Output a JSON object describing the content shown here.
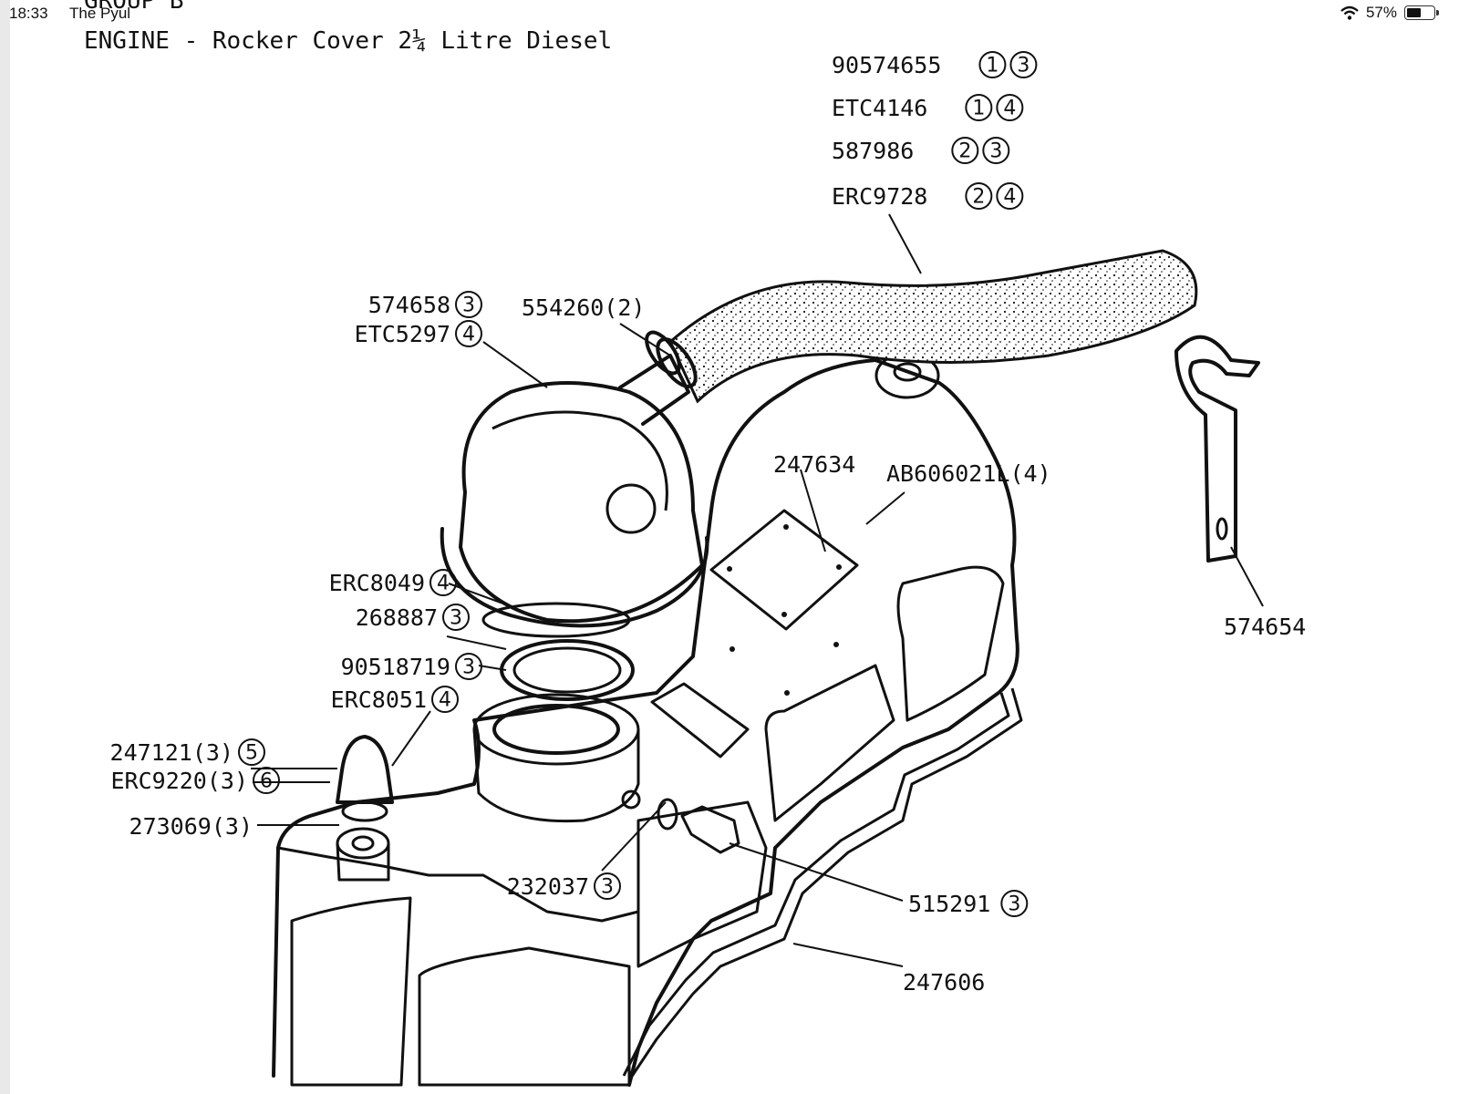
{
  "status_bar": {
    "time": "18:33",
    "app": "The Pyul",
    "battery": "57%",
    "battery_level": 0.57
  },
  "header": {
    "group": "GROUP B",
    "title": "ENGINE - Rocker Cover 2¼ Litre Diesel"
  },
  "parts": [
    {
      "id": "p1",
      "number": "90574655",
      "refs": [
        "1",
        "3"
      ]
    },
    {
      "id": "p2",
      "number": "ETC4146",
      "refs": [
        "1",
        "4"
      ]
    },
    {
      "id": "p3",
      "number": "587986",
      "refs": [
        "2",
        "3"
      ]
    },
    {
      "id": "p4",
      "number": "ERC9728",
      "refs": [
        "2",
        "4"
      ]
    },
    {
      "id": "p5",
      "number": "574658",
      "refs": [
        "3"
      ]
    },
    {
      "id": "p6",
      "number": "ETC5297",
      "refs": [
        "4"
      ]
    },
    {
      "id": "p7",
      "number": "554260(2)",
      "refs": []
    },
    {
      "id": "p8",
      "number": "247634",
      "refs": []
    },
    {
      "id": "p9",
      "number": "AB606021L(4)",
      "refs": []
    },
    {
      "id": "p10",
      "number": "574654",
      "refs": []
    },
    {
      "id": "p11",
      "number": "ERC8049",
      "refs": [
        "4"
      ]
    },
    {
      "id": "p12",
      "number": "268887",
      "refs": [
        "3"
      ]
    },
    {
      "id": "p13",
      "number": "90518719",
      "refs": [
        "3"
      ]
    },
    {
      "id": "p14",
      "number": "ERC8051",
      "refs": [
        "4"
      ]
    },
    {
      "id": "p15",
      "number": "247121(3)",
      "refs": [
        "5"
      ]
    },
    {
      "id": "p16",
      "number": "ERC9220(3)",
      "refs": [
        "6"
      ]
    },
    {
      "id": "p17",
      "number": "273069(3)",
      "refs": []
    },
    {
      "id": "p18",
      "number": "232037",
      "refs": [
        "3"
      ]
    },
    {
      "id": "p19",
      "number": "515291",
      "refs": [
        "3"
      ]
    },
    {
      "id": "p20",
      "number": "247606",
      "refs": []
    }
  ]
}
